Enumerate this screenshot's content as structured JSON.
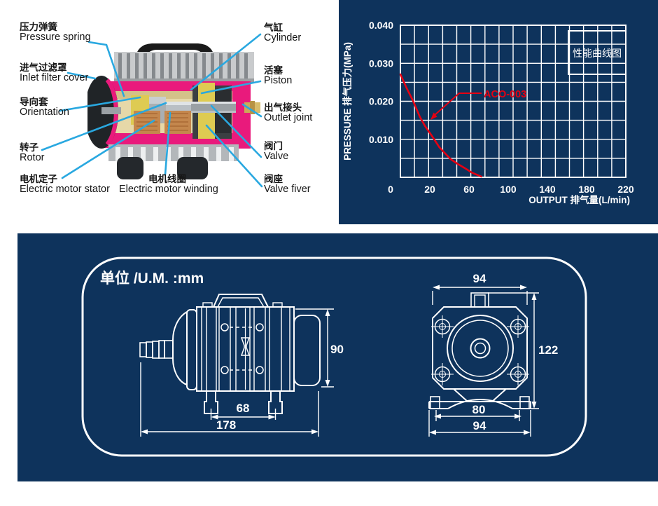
{
  "cutaway": {
    "labels": [
      {
        "zh": "压力弹簧",
        "en": "Pressure spring"
      },
      {
        "zh": "进气过滤罩",
        "en": "Inlet filter cover"
      },
      {
        "zh": "导向套",
        "en": "Orientation"
      },
      {
        "zh": "转子",
        "en": "Rotor"
      },
      {
        "zh": "电机定子",
        "en": "Electric motor stator"
      },
      {
        "zh": "电机线圈",
        "en": "Electric motor winding"
      },
      {
        "zh": "气缸",
        "en": "Cylinder"
      },
      {
        "zh": "活塞",
        "en": "Piston"
      },
      {
        "zh": "出气接头",
        "en": "Outlet joint"
      },
      {
        "zh": "阀门",
        "en": "Valve"
      },
      {
        "zh": "阀座",
        "en": "Valve fiver"
      }
    ]
  },
  "chart_data": {
    "type": "line",
    "title": "性能曲线图",
    "xlabel": "OUTPUT 排气量(L/min)",
    "ylabel": "PRESSURE 排气压力(MPa)",
    "x_tick_labels": [
      "0",
      "20",
      "60",
      "100",
      "140",
      "180",
      "220"
    ],
    "y_tick_labels": [
      "0.040",
      "0.030",
      "0.020",
      "0.010"
    ],
    "xlim": [
      0,
      220
    ],
    "ylim": [
      0,
      0.04
    ],
    "grid_cols": 16,
    "grid_rows": 8,
    "grid": true,
    "legend_position": "top-right",
    "series": [
      {
        "name": "ACO-003",
        "color": "#e60012",
        "points": [
          [
            0,
            0.0271
          ],
          [
            6,
            0.0235
          ],
          [
            12,
            0.0203
          ],
          [
            19,
            0.0159
          ],
          [
            24,
            0.0135
          ],
          [
            29,
            0.0116
          ],
          [
            33,
            0.01
          ],
          [
            38,
            0.0079
          ],
          [
            44,
            0.0062
          ],
          [
            49,
            0.0048
          ],
          [
            56,
            0.0035
          ],
          [
            63,
            0.0024
          ],
          [
            70,
            0.0012
          ],
          [
            79,
            0.0002
          ]
        ]
      }
    ]
  },
  "dimensions": {
    "unit_label": "单位 /U.M. :mm",
    "side_view": {
      "height": "90",
      "feet_span": "68",
      "overall_length": "178"
    },
    "front_view": {
      "top_width": "94",
      "overall_height": "122",
      "base_inner_width": "80",
      "base_width": "94"
    }
  },
  "colors": {
    "panel_navy": "#0e335c",
    "curve_red": "#e60012",
    "leader_blue": "#29a8e0",
    "casing_pink": "#e91a7c"
  }
}
